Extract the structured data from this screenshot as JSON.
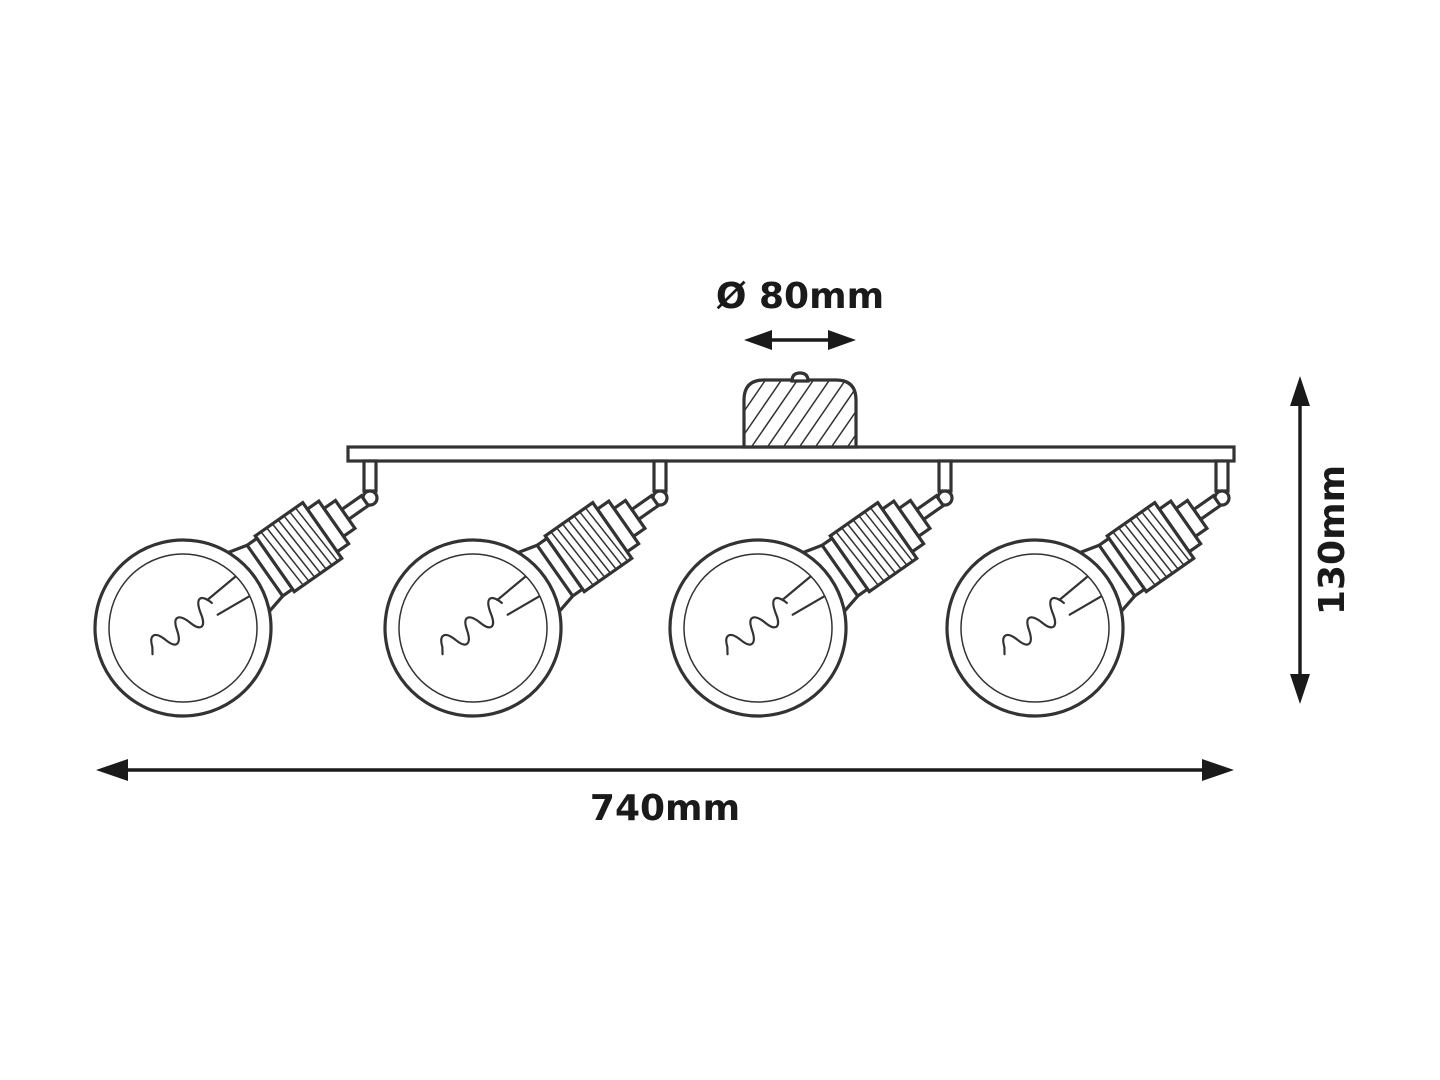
{
  "labels": {
    "diameter": "Ø 80mm",
    "height": "130mm",
    "width": "740mm"
  }
}
